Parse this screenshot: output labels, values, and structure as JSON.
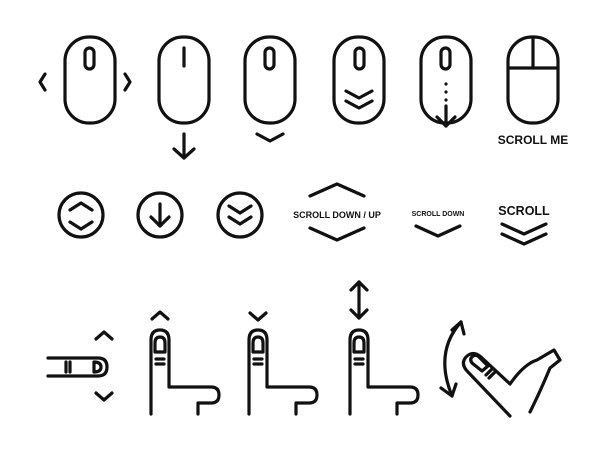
{
  "icons": {
    "mouse_horizontal": "mouse-left-right-icon",
    "mouse_down_arrow": "mouse-scroll-down-arrow-icon",
    "mouse_chevron": "mouse-scroll-chevron-icon",
    "mouse_double_chevron": "mouse-double-chevron-icon",
    "mouse_dotted_arrow": "mouse-dotted-arrow-icon",
    "mouse_scroll_me": "mouse-scroll-me-icon",
    "circle_up_down": "circle-up-down-icon",
    "circle_down_arrow": "circle-down-arrow-icon",
    "circle_double_chevron": "circle-double-chevron-icon",
    "hand_horizontal": "hand-swipe-horizontal-icon",
    "hand_up": "hand-swipe-up-icon",
    "hand_down": "hand-swipe-down-icon",
    "hand_up_down": "hand-scroll-up-down-icon",
    "hand_rotate": "hand-rotate-scroll-icon"
  },
  "labels": {
    "scroll_me": "SCROLL ME",
    "scroll_down_up": "SCROLL DOWN / UP",
    "scroll_down": "SCROLL DOWN",
    "scroll": "SCROLL"
  },
  "colors": {
    "stroke": "#111111",
    "background": "#ffffff"
  }
}
